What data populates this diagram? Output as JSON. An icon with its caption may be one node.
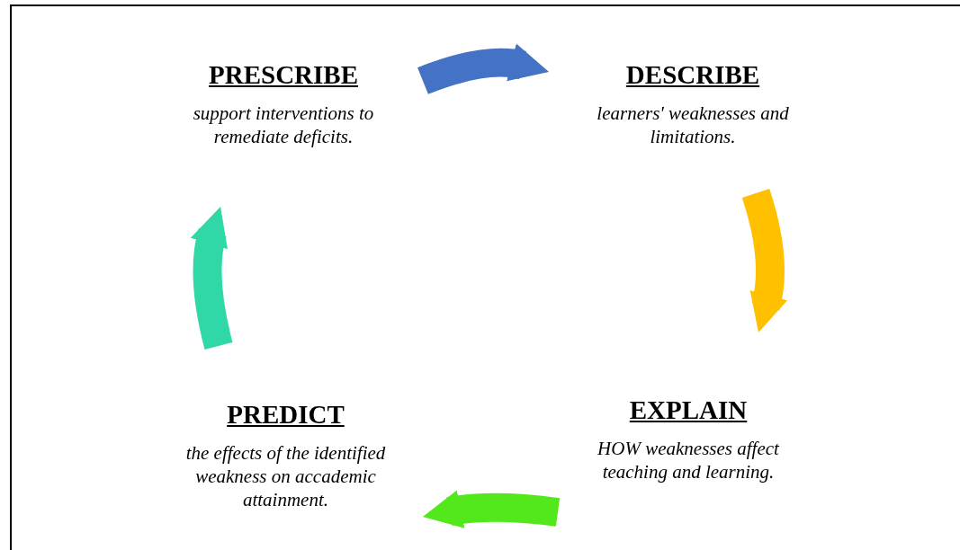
{
  "diagram": {
    "nodes": [
      {
        "text": [
          "PRESCRIBE",
          "support interventions to remediate deficits."
        ]
      },
      {
        "text": [
          "DESCRIBE",
          "learners' weaknesses and limitations."
        ]
      },
      {
        "text": [
          "EXPLAIN",
          "HOW weaknesses affect teaching and learning."
        ]
      },
      {
        "text": [
          "PREDICT",
          "the effects of the identified weakness on accademic attainment."
        ]
      }
    ],
    "edges": [
      {
        "from": 0,
        "to": 1,
        "arrow": "to",
        "color": "#4472c4"
      },
      {
        "from": 1,
        "to": 2,
        "arrow": "to",
        "color": "#ffc000"
      },
      {
        "from": 2,
        "to": 3,
        "arrow": "to",
        "color": "#52e81c"
      },
      {
        "from": 3,
        "to": 0,
        "arrow": "to",
        "color": "#2fd8a6"
      }
    ]
  }
}
